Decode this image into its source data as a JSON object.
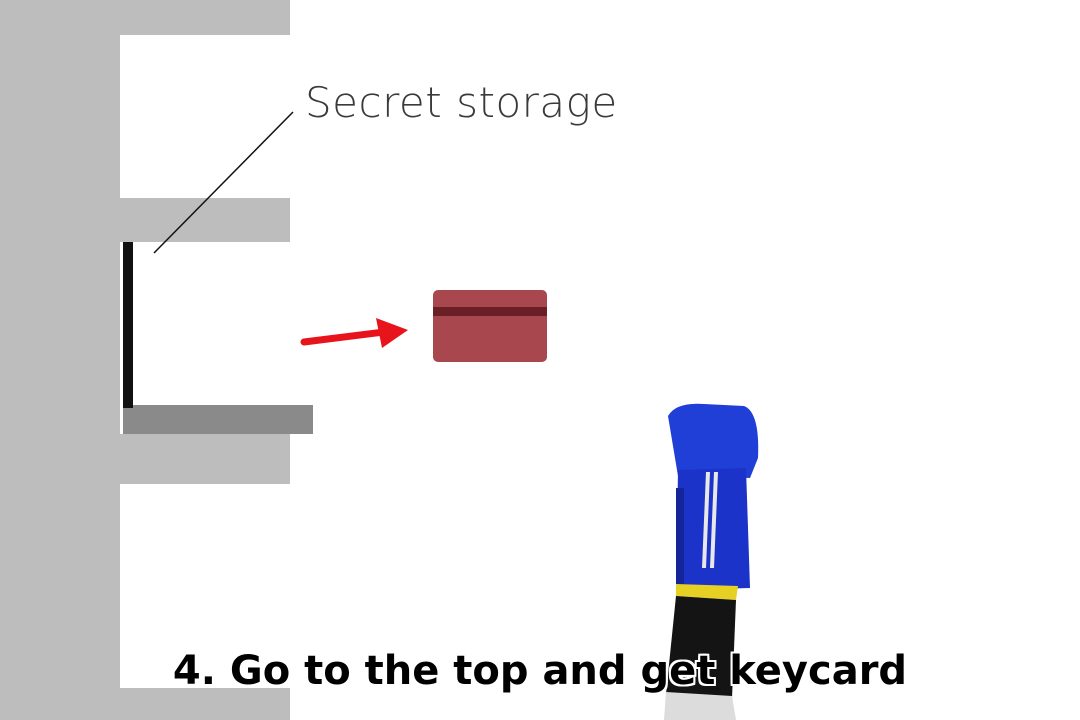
{
  "labels": {
    "storage": "Secret storage"
  },
  "caption": "4. Go to the top and get keycard",
  "colors": {
    "wall": "#bdbdbd",
    "shelf": "#8a8a8a",
    "keycard": "#a9474f",
    "keycard_stripe": "#6a1e26",
    "arrow": "#e8141c",
    "jacket": "#1b33c9",
    "hood": "#1f3fd6"
  },
  "icons": {
    "item": "keycard-icon",
    "pointer": "arrow-icon",
    "player": "player-character"
  }
}
